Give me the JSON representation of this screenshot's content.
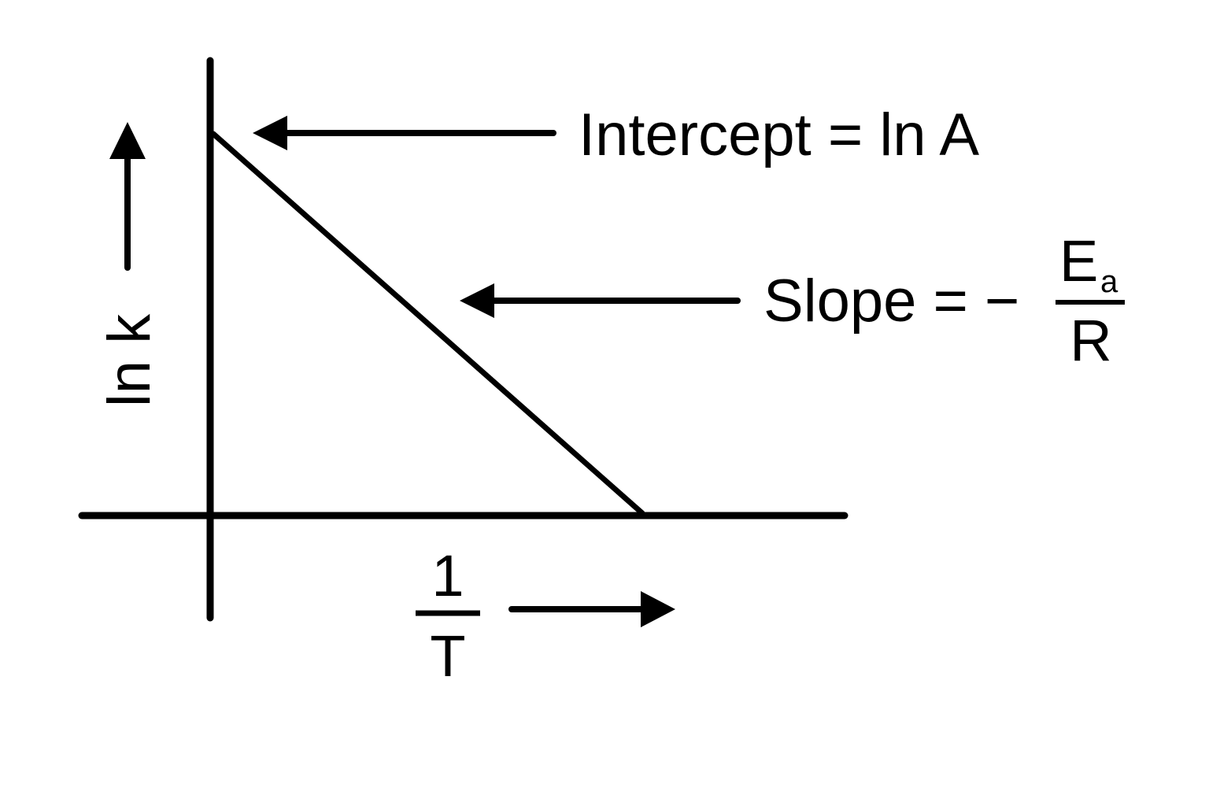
{
  "diagram": {
    "y_axis_label": "ln k",
    "x_axis_label": {
      "numerator": "1",
      "denominator": "T"
    },
    "intercept_label": "Intercept = ln A",
    "slope_label": {
      "prefix": "Slope = −",
      "numerator_main": "E",
      "numerator_subscript": "a",
      "denominator": "R"
    },
    "line_color": "#000000",
    "background_color": "#ffffff"
  }
}
